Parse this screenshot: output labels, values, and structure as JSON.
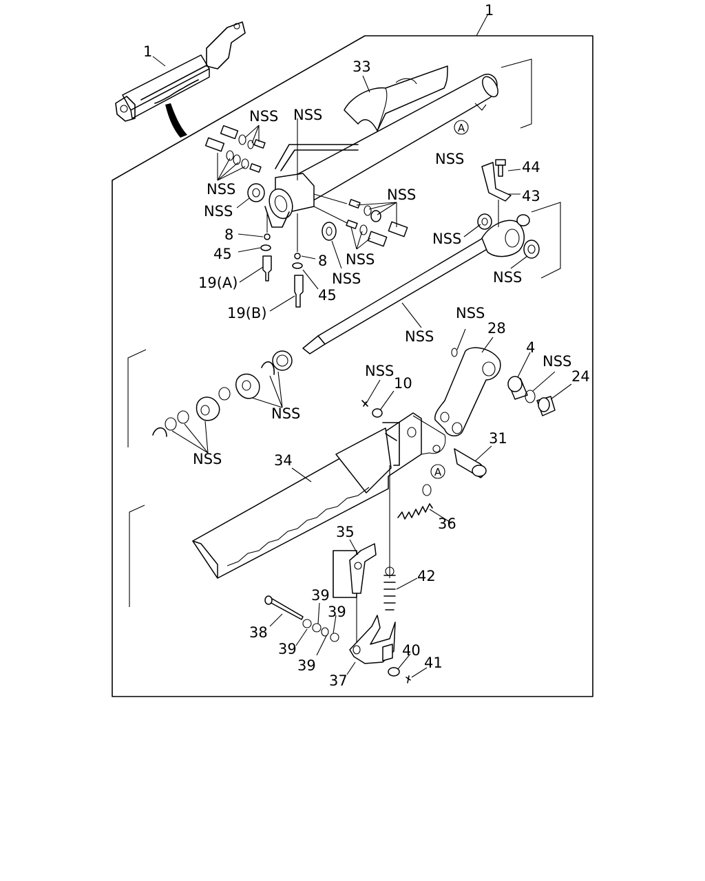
{
  "callouts": {
    "top_assembly": "1",
    "inset_assembly": "1",
    "p33": "33",
    "p44": "44",
    "p43": "43",
    "p8a": "8",
    "p8b": "8",
    "p45a": "45",
    "p45b": "45",
    "p19a": "19(A)",
    "p19b": "19(B)",
    "p28": "28",
    "p4": "4",
    "p24": "24",
    "p10": "10",
    "p31": "31",
    "p34": "34",
    "p36": "36",
    "p35": "35",
    "p42": "42",
    "p38": "38",
    "p39a": "39",
    "p39b": "39",
    "p39c": "39",
    "p39d": "39",
    "p40": "40",
    "p41": "41",
    "p37": "37",
    "ref_a_top": "A",
    "ref_a_mid": "A"
  },
  "nss_label": "NSS"
}
